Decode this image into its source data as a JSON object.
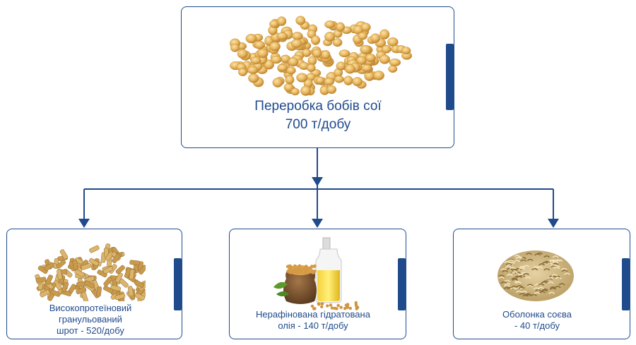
{
  "diagram": {
    "accent_color": "#1f4a8c",
    "root": {
      "title_line1": "Переробка бобів сої",
      "title_line2": "700 т/добу",
      "image": "soybean-pile"
    },
    "children": [
      {
        "line1": "Високопротеїновий",
        "line2": "гранульований",
        "line3": "шрот - 520/добу",
        "image": "protein-pellets-pile"
      },
      {
        "line1": "Нерафінована гідратована",
        "line2": "олія - 140 т/добу",
        "image": "oil-bottle-with-soybean-sack"
      },
      {
        "line1": "Оболонка соєва",
        "line2": "- 40 т/добу",
        "image": "soybean-husk-pile"
      }
    ]
  }
}
